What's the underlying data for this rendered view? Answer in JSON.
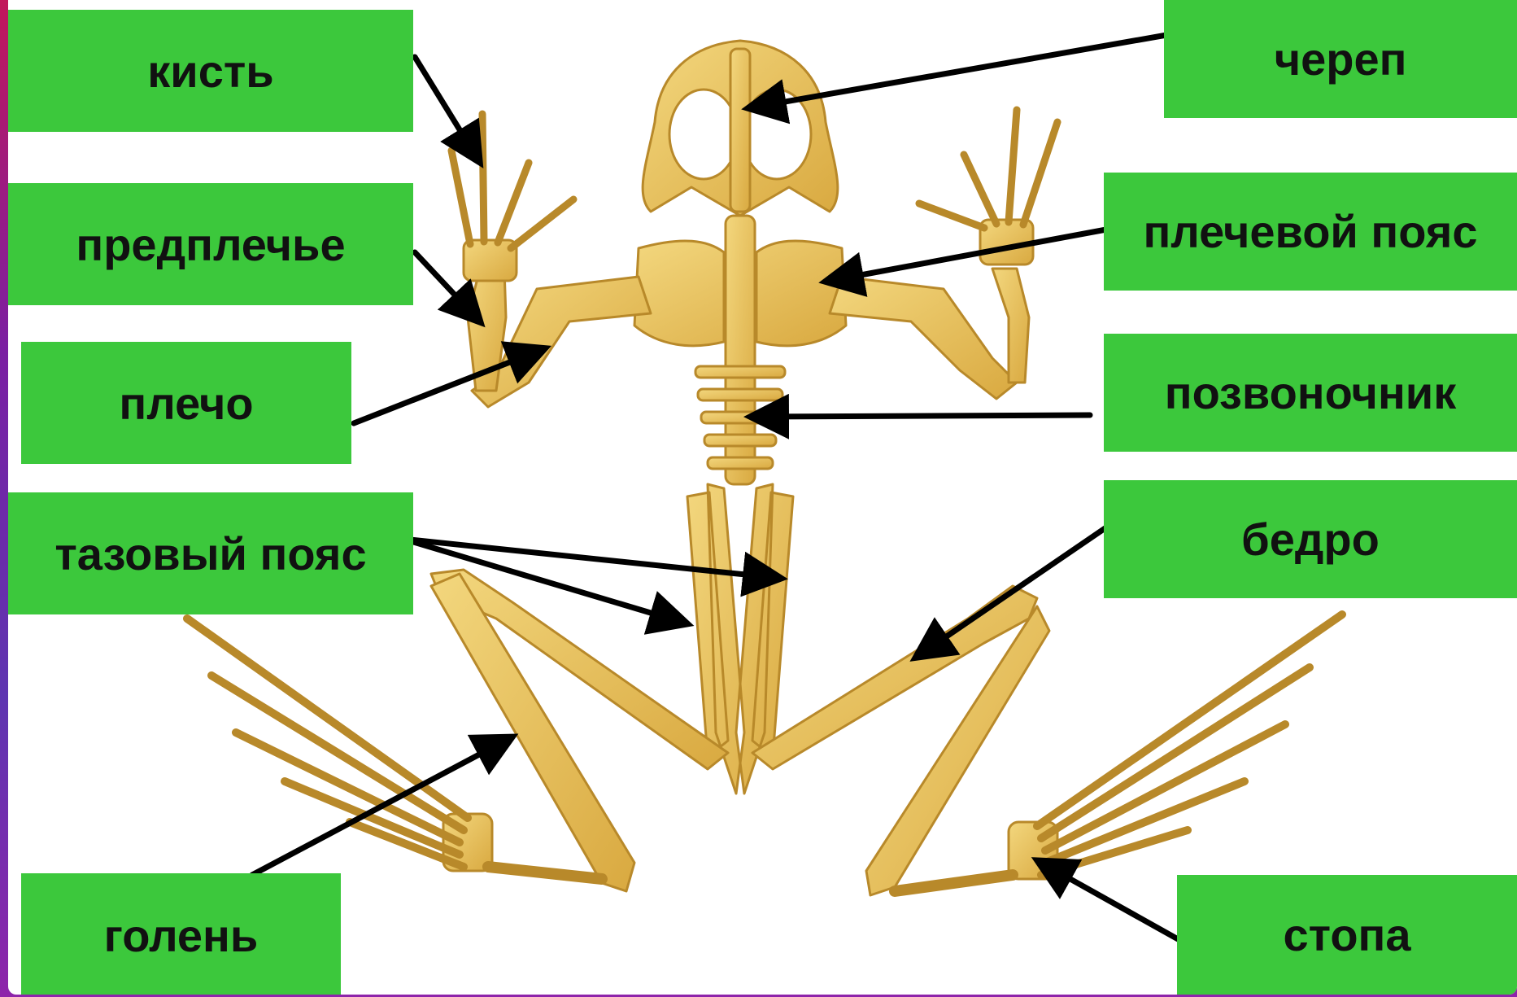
{
  "diagram": {
    "subject": "frog-skeleton",
    "labels": {
      "hand": "кисть",
      "forearm": "предплечье",
      "upper_arm": "плечо",
      "pelvic_girdle": "тазовый пояс",
      "shin": "голень",
      "skull": "череп",
      "shoulder_girdle": "плечевой пояс",
      "spine": "позвоночник",
      "thigh": "бедро",
      "foot": "стопа"
    },
    "colors": {
      "label_fill": "#3cc83c",
      "bone": "#e8c15e",
      "bone_outline": "#b8892a",
      "arrow": "#000000",
      "frame": "#8e24aa"
    }
  }
}
